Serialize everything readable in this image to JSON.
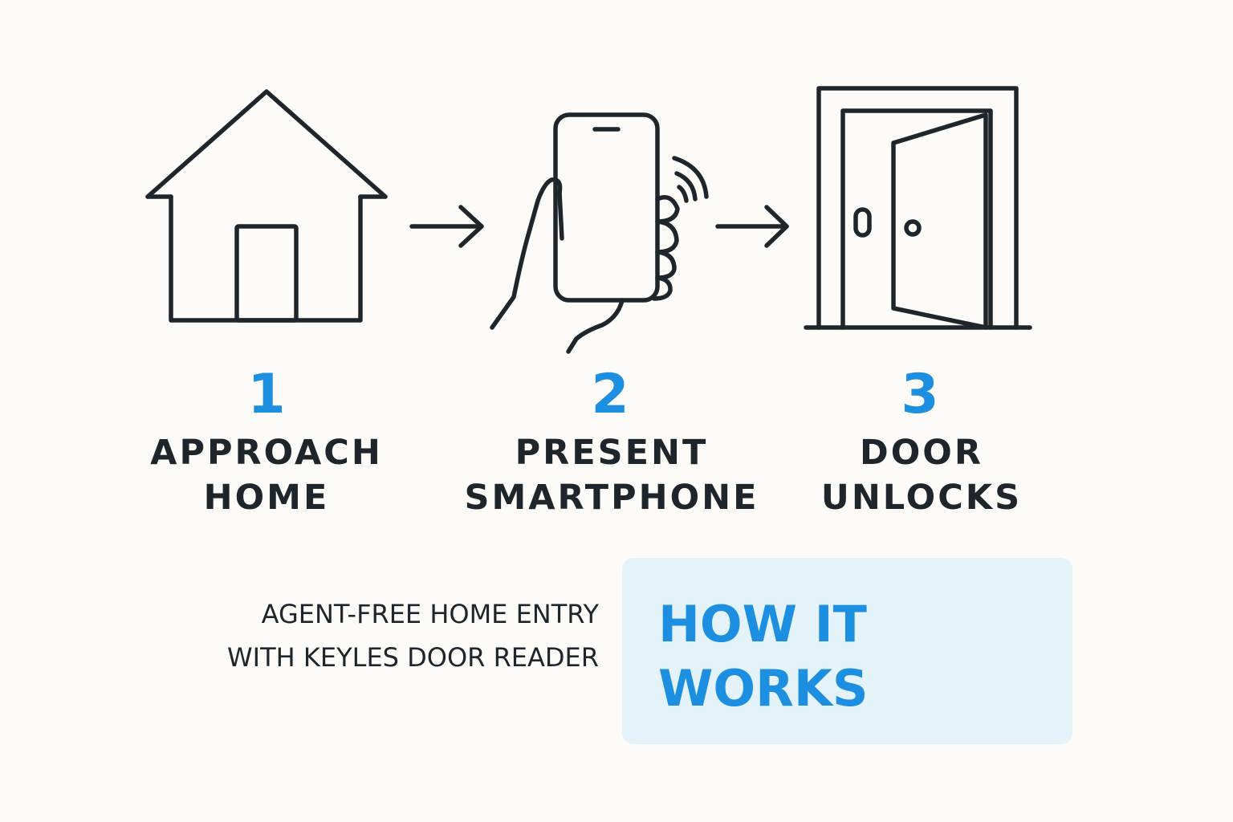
{
  "colors": {
    "background": "#fcfbf8",
    "ink": "#1f262b",
    "accent": "#1c8fe0",
    "highlight_box": "#e4f2f9"
  },
  "icons": {
    "step1": "house-icon",
    "step2": "hand-smartphone-icon",
    "step3": "open-door-icon",
    "connector": "arrow-right-icon"
  },
  "steps": [
    {
      "number": "1",
      "label_line1": "APPROACH",
      "label_line2": "HOME"
    },
    {
      "number": "2",
      "label_line1": "PRESENT",
      "label_line2": "SMARTPHONE"
    },
    {
      "number": "3",
      "label_line1": "DOOR",
      "label_line2": "UNLOCKS"
    }
  ],
  "subtitle": {
    "line1": "AGENT-FREE HOME ENTRY",
    "line2": "WITH KEYLES DOOR READER"
  },
  "headline": {
    "line1": "HOW IT",
    "line2": "WORKS"
  }
}
